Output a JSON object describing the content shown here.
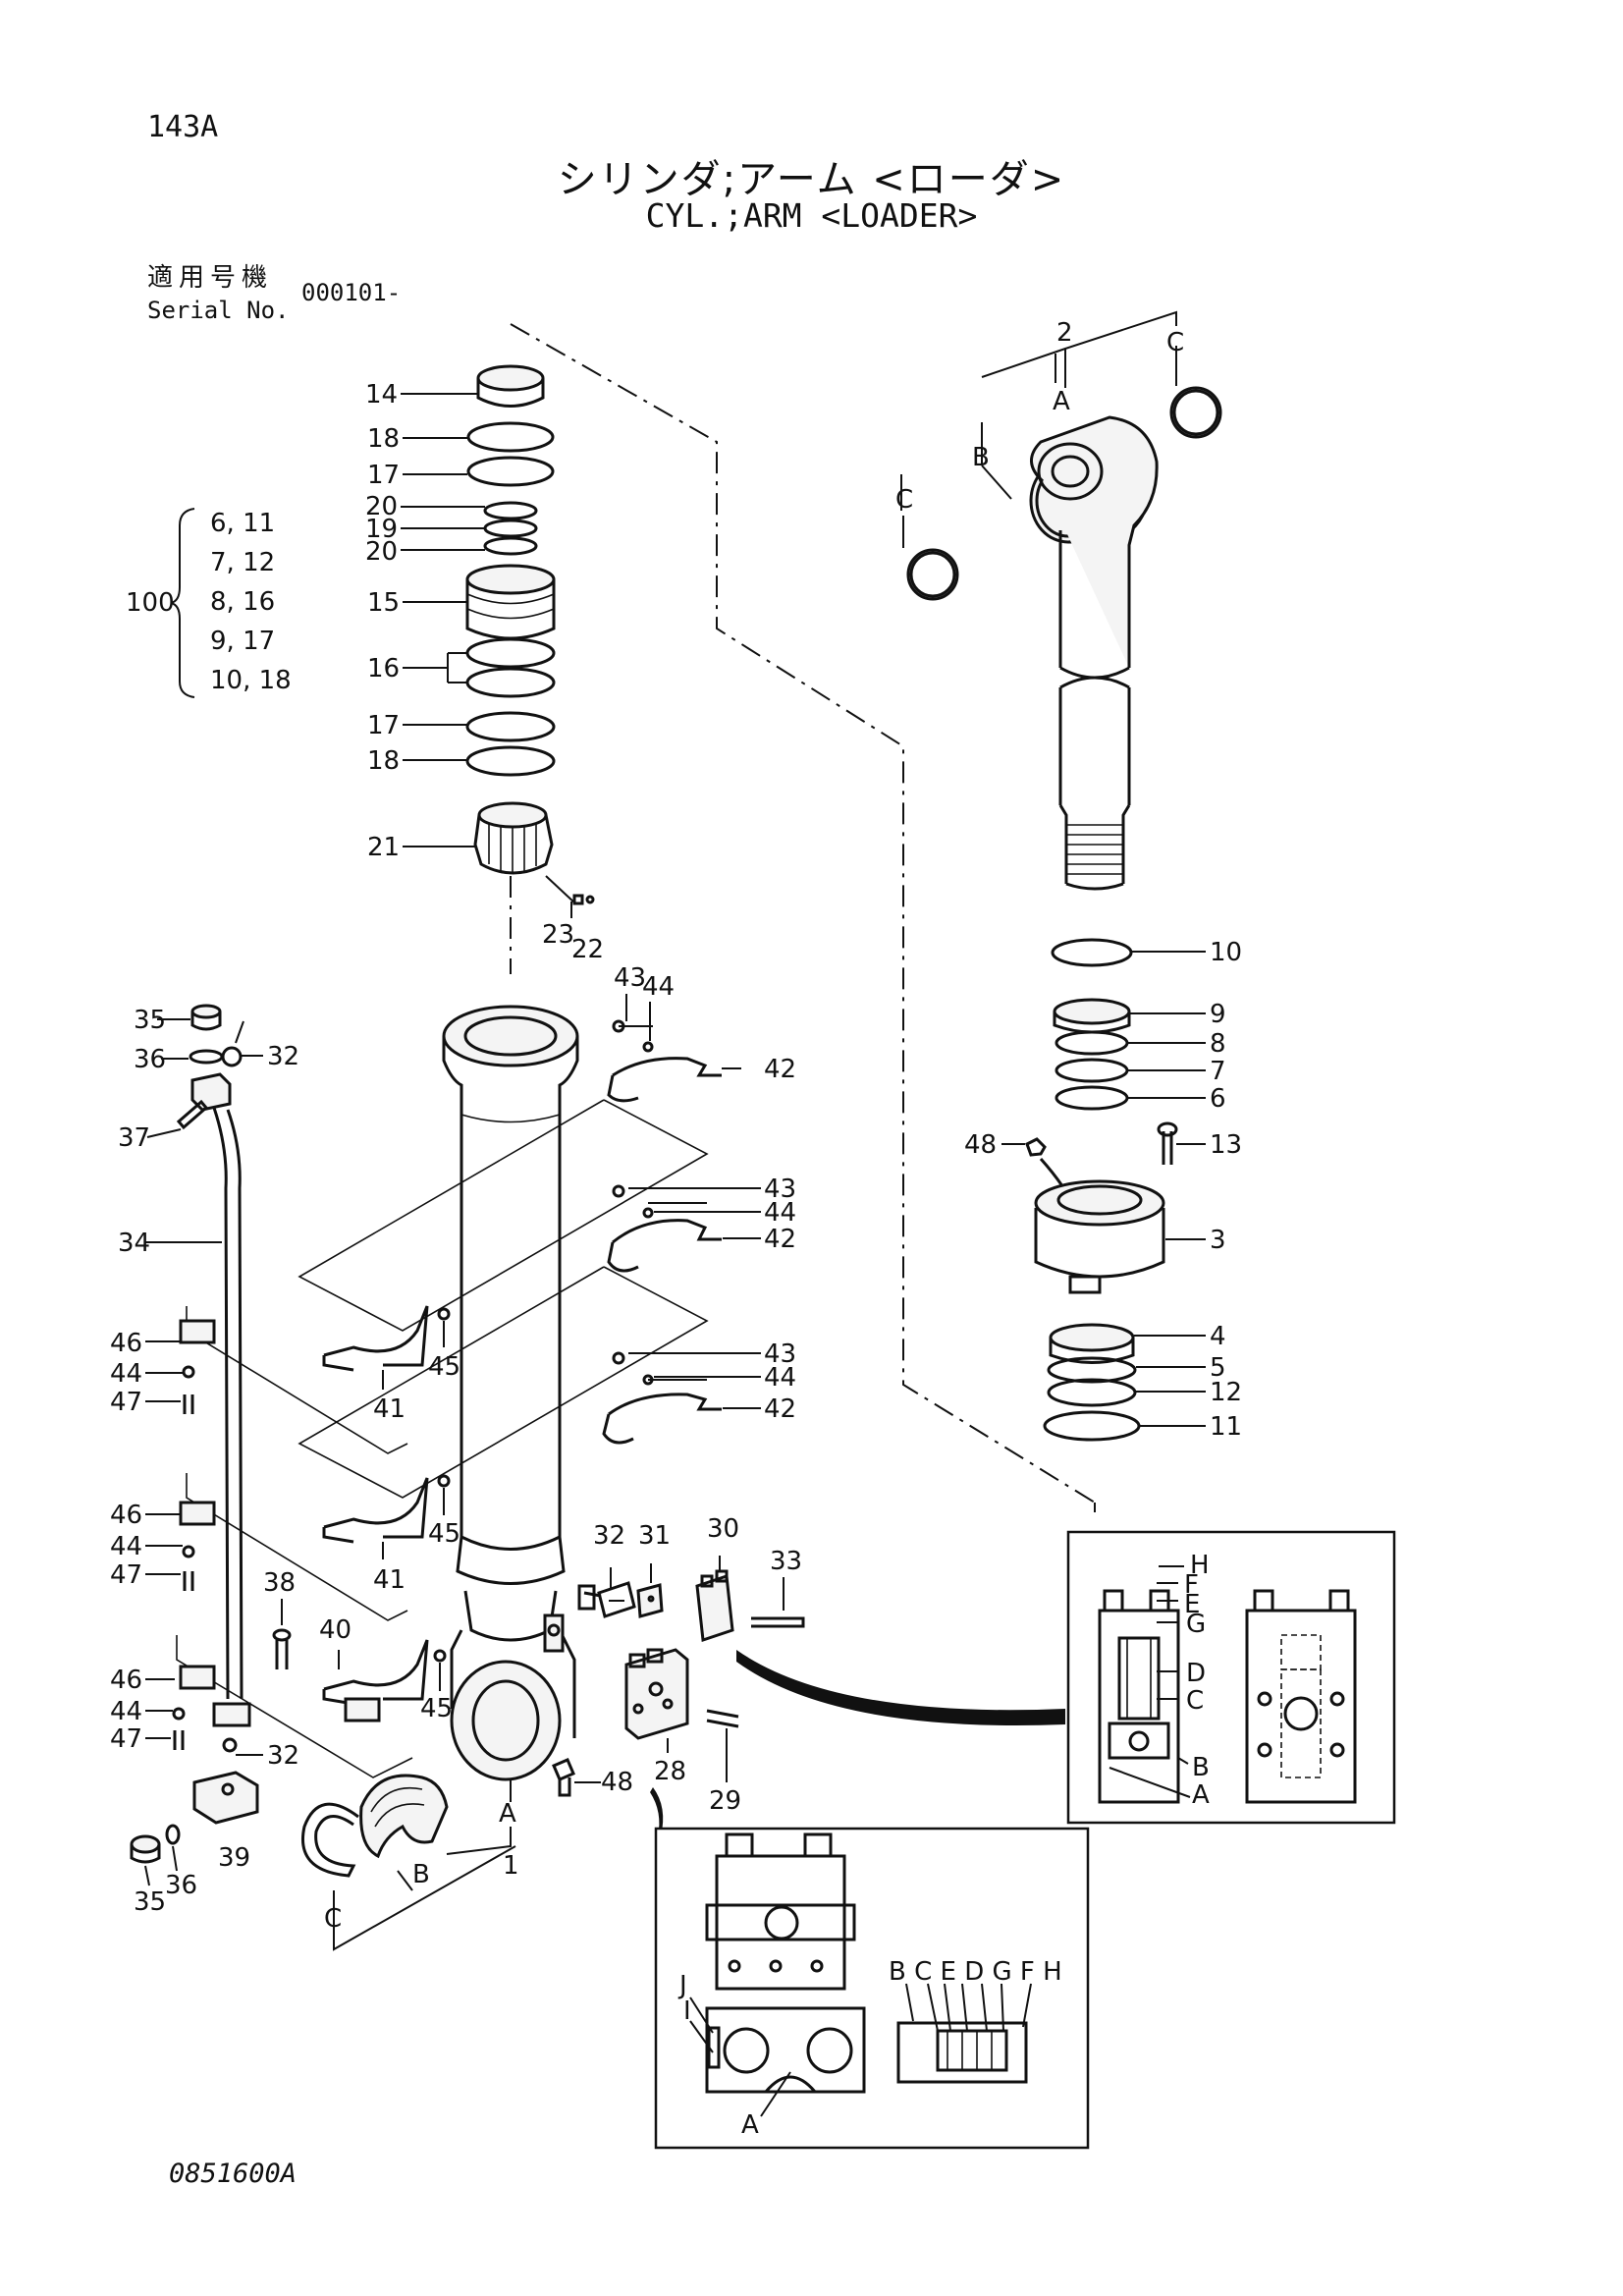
{
  "header": {
    "page_number": "143A",
    "title_jp": "シリンダ;アーム <ローダ>",
    "title_en": "CYL.;ARM <LOADER>",
    "serial_label_jp": "適用号機",
    "serial_label_en": "Serial No.",
    "serial_value": "000101-"
  },
  "kit": {
    "number": "100",
    "items": [
      "6, 11",
      "7, 12",
      "8, 16",
      "9, 17",
      "10, 18"
    ]
  },
  "callouts": {
    "c14": "14",
    "c18a": "18",
    "c17a": "17",
    "c20a": "20",
    "c19": "19",
    "c20b": "20",
    "c15": "15",
    "c16": "16",
    "c17b": "17",
    "c18b": "18",
    "c21": "21",
    "c23": "23",
    "c22": "22",
    "c43a": "43",
    "c44a": "44",
    "c42a": "42",
    "c43b": "43",
    "c44b": "44",
    "c42b": "42",
    "c43c": "43",
    "c44c": "44",
    "c42c": "42",
    "c35a": "35",
    "c36a": "36",
    "c32a": "32",
    "c37": "37",
    "c34": "34",
    "c46a": "46",
    "c44d": "44",
    "c47a": "47",
    "c45a": "45",
    "c41a": "41",
    "c46b": "46",
    "c44e": "44",
    "c47b": "47",
    "c45b": "45",
    "c41b": "41",
    "c38": "38",
    "c40": "40",
    "c46c": "46",
    "c44f": "44",
    "c47c": "47",
    "c45c": "45",
    "c32b": "32",
    "c32c": "32",
    "c31": "31",
    "c30": "30",
    "c33": "33",
    "c48a": "48",
    "c28": "28",
    "c29": "29",
    "c39": "39",
    "c35b": "35",
    "c36b": "36",
    "cA1": "A",
    "c1": "1",
    "cB1": "B",
    "cC1": "C",
    "c2": "2",
    "cA2": "A",
    "cB2": "B",
    "cC2": "C",
    "cC3": "C",
    "c10": "10",
    "c9": "9",
    "c8": "8",
    "c7": "7",
    "c6": "6",
    "c48b": "48",
    "c13": "13",
    "c3": "3",
    "c4": "4",
    "c5": "5",
    "c12": "12",
    "c11": "11"
  },
  "detail_right": {
    "labels": [
      "H",
      "F",
      "E",
      "G",
      "D",
      "C",
      "B",
      "A"
    ]
  },
  "detail_bottom": {
    "top_labels": "B C E D G F H",
    "label_j": "J",
    "label_i": "I",
    "label_a": "A"
  },
  "footer": {
    "drawing_code": "0851600A"
  }
}
